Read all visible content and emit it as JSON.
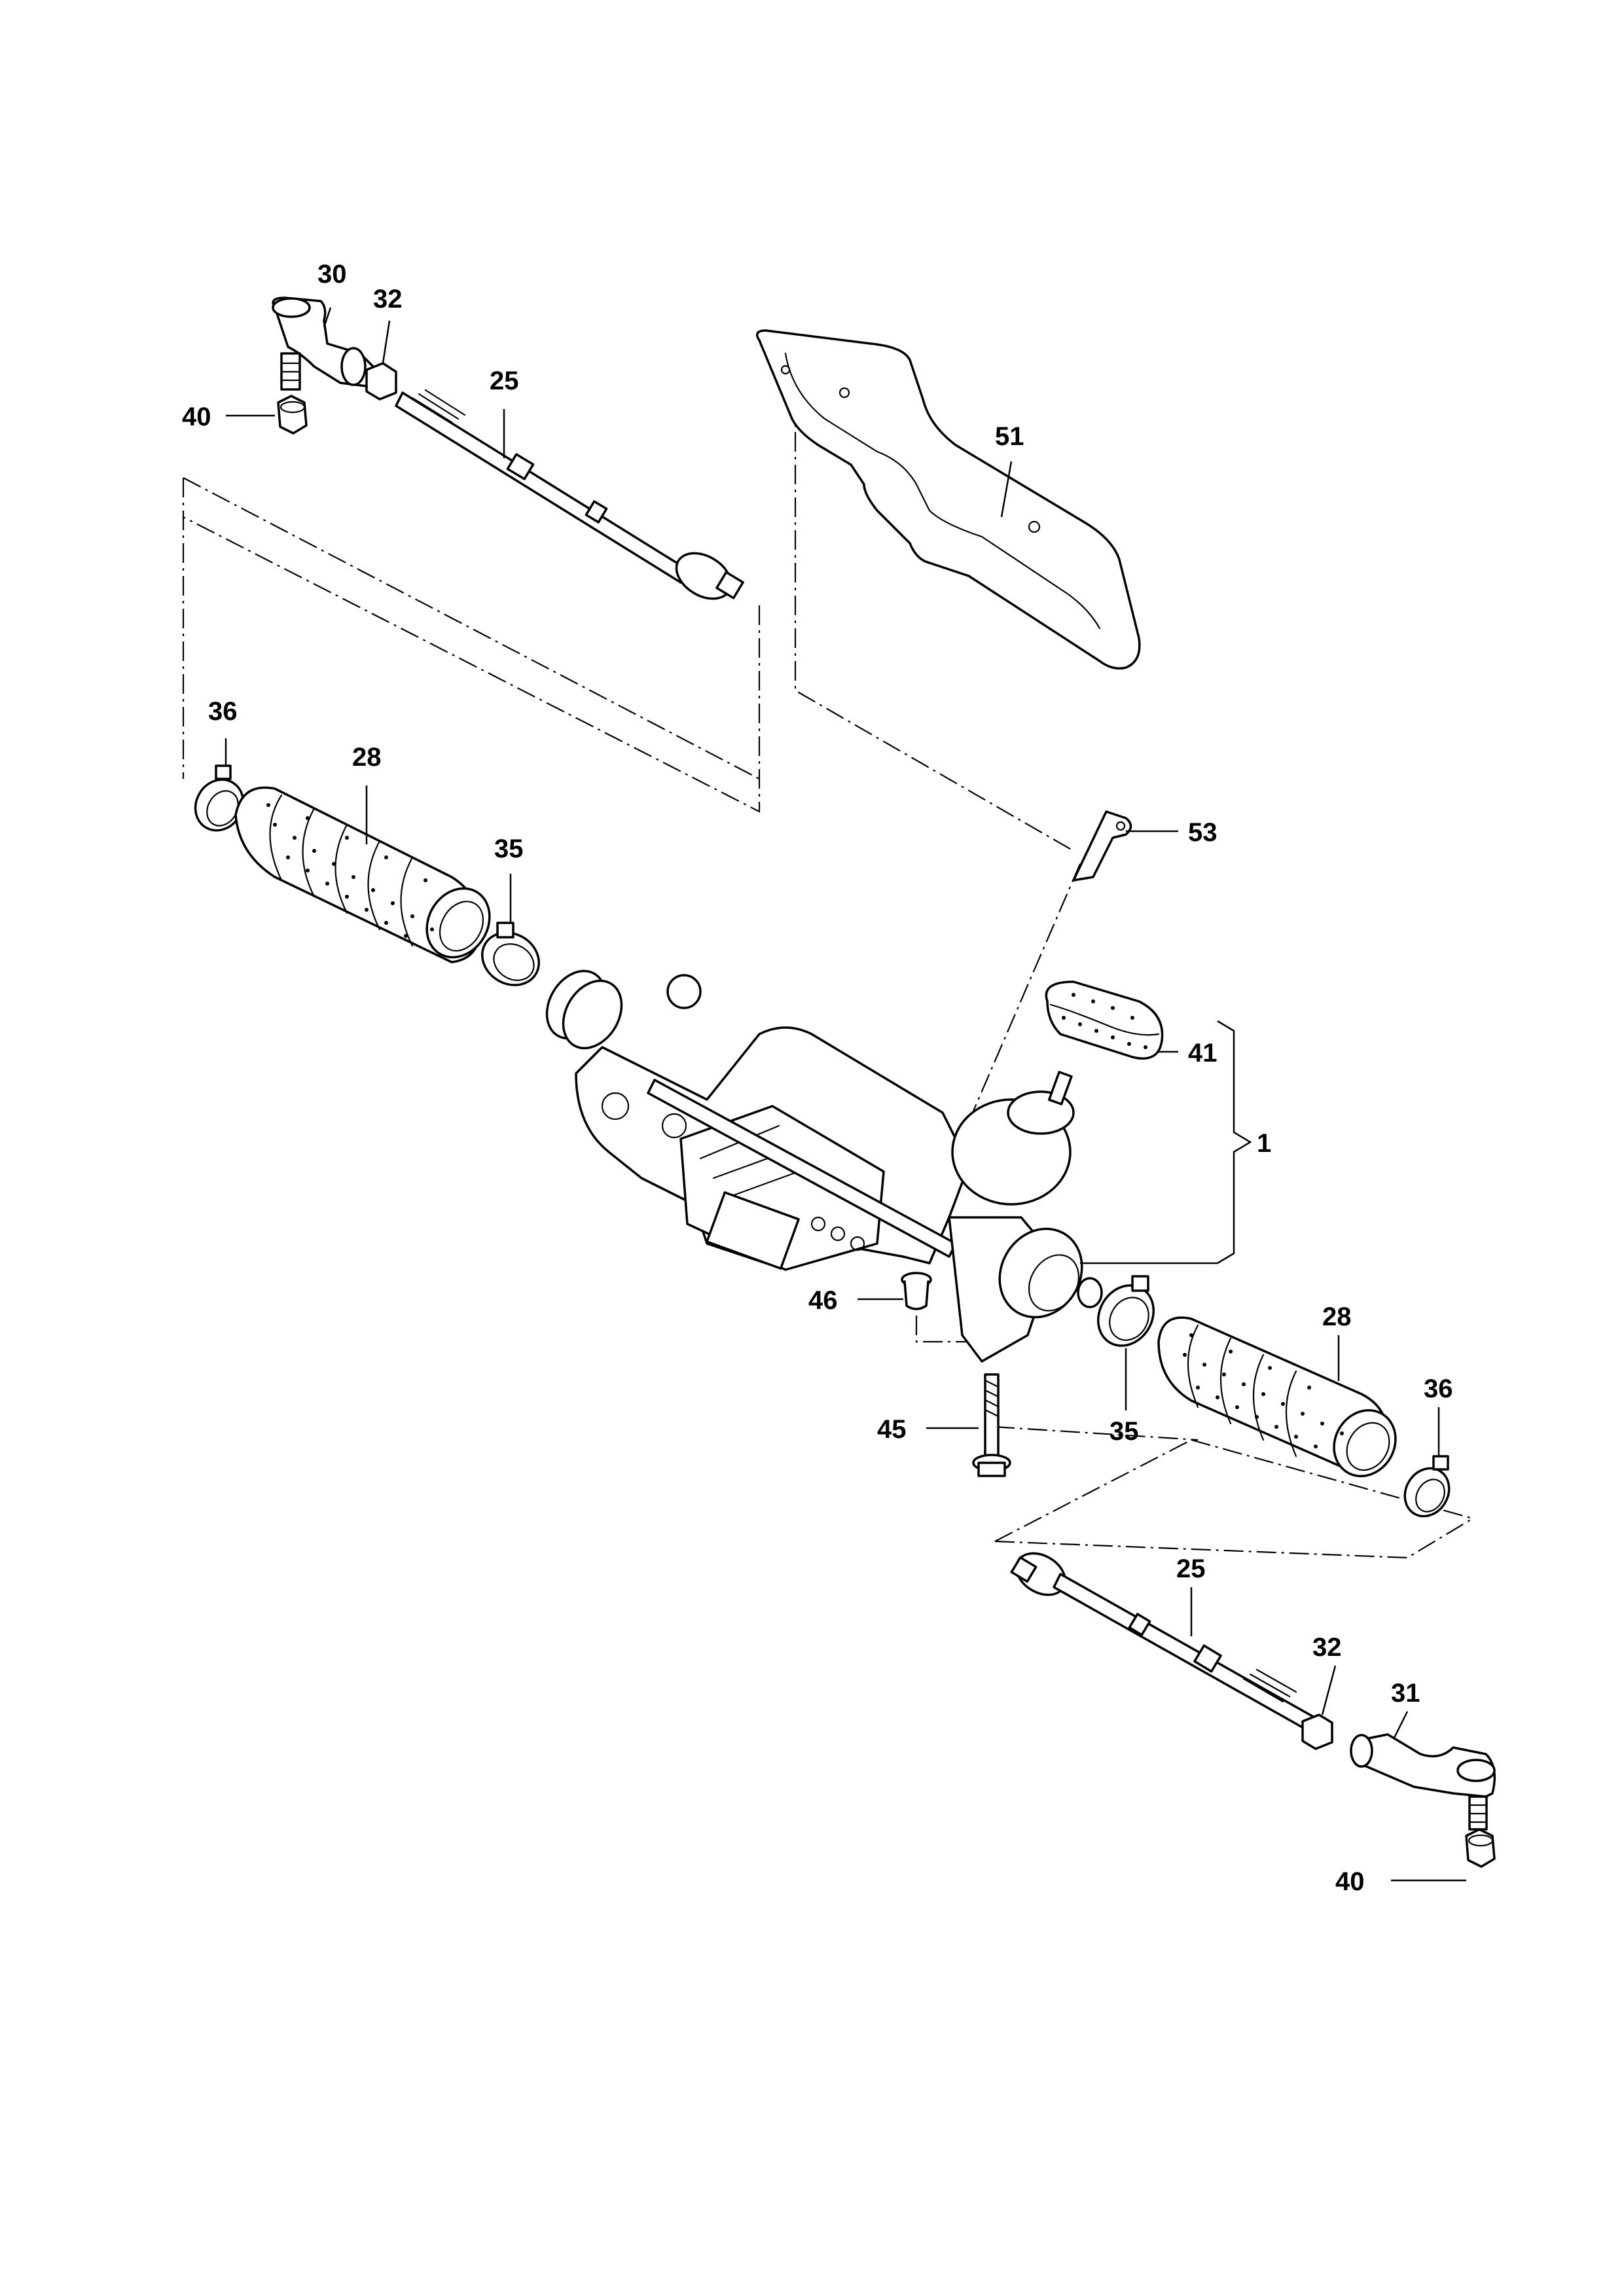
{
  "diagram": {
    "type": "exploded-parts-diagram",
    "callouts": [
      {
        "id": "30-top",
        "label": "30"
      },
      {
        "id": "32-top",
        "label": "32"
      },
      {
        "id": "25-top",
        "label": "25"
      },
      {
        "id": "40-top",
        "label": "40"
      },
      {
        "id": "51",
        "label": "51"
      },
      {
        "id": "36-left",
        "label": "36"
      },
      {
        "id": "28-left",
        "label": "28"
      },
      {
        "id": "35-left",
        "label": "35"
      },
      {
        "id": "53",
        "label": "53"
      },
      {
        "id": "41",
        "label": "41"
      },
      {
        "id": "1",
        "label": "1"
      },
      {
        "id": "46",
        "label": "46"
      },
      {
        "id": "45",
        "label": "45"
      },
      {
        "id": "35-right",
        "label": "35"
      },
      {
        "id": "28-right",
        "label": "28"
      },
      {
        "id": "36-right",
        "label": "36"
      },
      {
        "id": "25-bottom",
        "label": "25"
      },
      {
        "id": "32-bottom",
        "label": "32"
      },
      {
        "id": "31",
        "label": "31"
      },
      {
        "id": "40-bottom",
        "label": "40"
      }
    ],
    "parts": [
      "tie-rod-end-left",
      "tie-rod-end-right",
      "lock-nut",
      "tie-rod",
      "self-locking-nut",
      "heat-shield",
      "clamp",
      "boot",
      "clip",
      "foam-pad",
      "steering-rack-assembly",
      "bushing",
      "bolt"
    ]
  }
}
